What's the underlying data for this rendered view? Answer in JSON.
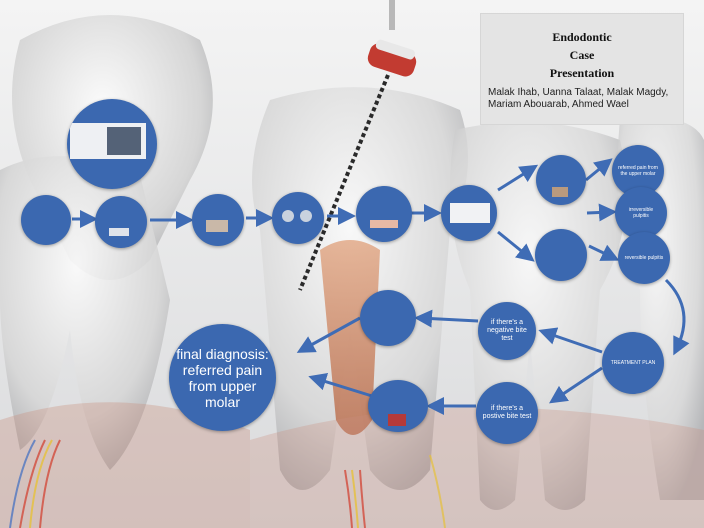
{
  "title": "Endodontic\nCase\nPresentation",
  "authors": "Malak Ihab, Uanna Talaat, Malak Magdy, Mariam Abouarab, Ahmed Wael",
  "nodes": {
    "start": "",
    "step2": "",
    "step3": "",
    "step4": "",
    "step5": "",
    "step6": "",
    "branch_upper": "",
    "branch_lower": "",
    "referred_pain": "referred pain from the upper molar",
    "irreversible": "irreversible pulpitis",
    "reversible": "reversible pulpitis",
    "treatment_plan": "TREATMENT PLAN",
    "negative_bite": "if there's a negative bite test",
    "positive_bite": "if there's a postive bite test",
    "root_treatment": "",
    "lower_case": "",
    "final_diagnosis": "final diagnosis: referred pain from upper molar"
  },
  "colors": {
    "node": "#3b68b0",
    "arrow": "#3f6cb5",
    "panel": "#e4e4e4"
  }
}
